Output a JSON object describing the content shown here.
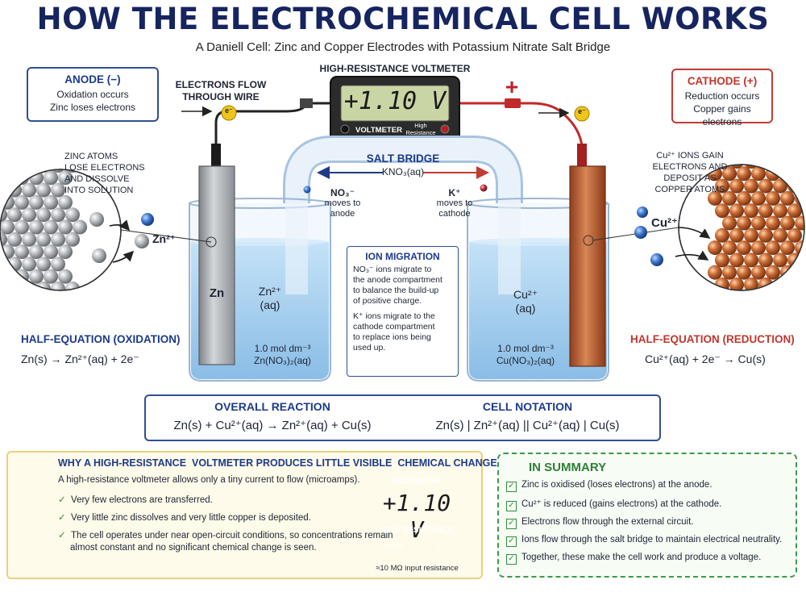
{
  "title": "HOW THE ELECTROCHEMICAL CELL WORKS",
  "subtitle": "A Daniell Cell: Zinc and Copper Electrodes with Potassium Nitrate Salt Bridge",
  "anode": {
    "heading": "ANODE (−)",
    "line1": "Oxidation occurs",
    "line2": "Zinc loses electrons"
  },
  "cathode": {
    "heading": "CATHODE (+)",
    "line1": "Reduction occurs",
    "line2": "Copper gains electrons"
  },
  "electrons_flow": {
    "line1": "ELECTRONS FLOW",
    "line2": "THROUGH WIRE",
    "electron": "e⁻"
  },
  "voltmeter": {
    "label": "HIGH-RESISTANCE VOLTMETER",
    "reading": "+1.10 V",
    "name": "VOLTMETER",
    "sub1": "High",
    "sub2": "Resistance",
    "plus": "+"
  },
  "salt_bridge": {
    "title": "SALT BRIDGE",
    "formula": "KNO₃(aq)"
  },
  "no3": {
    "ion": "NO₃⁻",
    "line1": "moves to",
    "line2": "anode"
  },
  "k": {
    "ion": "K⁺",
    "line1": "moves to",
    "line2": "cathode"
  },
  "zinc_atoms": {
    "l1": "ZINC ATOMS",
    "l2": "LOSE ELECTRONS",
    "l3": "AND DISSOLVE",
    "l4": "INTO SOLUTION",
    "ion": "Zn²⁺"
  },
  "cu_ions": {
    "l1": "Cu²⁺ IONS GAIN",
    "l2": "ELECTRONS AND",
    "l3": "DEPOSIT AS",
    "l4": "COPPER ATOMS",
    "ion": "Cu²⁺"
  },
  "left_beaker": {
    "electrode": "Zn",
    "ion": "Zn²⁺",
    "state": "(aq)",
    "conc": "1.0 mol dm⁻³",
    "solution": "Zn(NO₃)₂(aq)"
  },
  "right_beaker": {
    "ion": "Cu²⁺",
    "state": "(aq)",
    "conc": "1.0 mol dm⁻³",
    "solution": "Cu(NO₃)₂(aq)"
  },
  "ion_migration": {
    "title": "ION MIGRATION",
    "p1": [
      "NO₃⁻ ions migrate to",
      "the anode compartment",
      "to balance the build-up",
      "of positive charge."
    ],
    "p2": [
      "K⁺ ions migrate to the",
      "cathode compartment",
      "to replace ions being",
      "used up."
    ]
  },
  "half_oxidation": {
    "heading": "HALF-EQUATION (OXIDATION)",
    "equation": "Zn(s) → Zn²⁺(aq) + 2e⁻"
  },
  "half_reduction": {
    "heading": "HALF-EQUATION (REDUCTION)",
    "equation": "Cu²⁺(aq) + 2e⁻ → Cu(s)"
  },
  "overall": {
    "heading": "OVERALL REACTION",
    "equation": "Zn(s) + Cu²⁺(aq) → Zn²⁺(aq) + Cu(s)"
  },
  "notation": {
    "heading": "CELL NOTATION",
    "equation": "Zn(s) | Zn²⁺(aq) || Cu²⁺(aq) | Cu(s)"
  },
  "why": {
    "heading": "WHY A HIGH-RESISTANCE  VOLTMETER PRODUCES LITTLE VISIBLE  CHEMICAL CHANGE",
    "intro": "A high-resistance voltmeter allows only a tiny current to flow (microamps).",
    "items": [
      "Very few electrons are transferred.",
      "Very little zinc dissolves and very little copper is deposited.",
      "The cell operates under near open-circuit conditions, so concentrations remain",
      "almost constant and no significant chemical change is seen."
    ]
  },
  "meter2": {
    "title": "VOLTMETER",
    "reading": "+1.10 V",
    "sub": "HIGH RESISTANCE",
    "com": "COM",
    "v": "V",
    "input": "≈10 MΩ  input resistance"
  },
  "summary": {
    "heading": "IN SUMMARY",
    "items": [
      "Zinc is oxidised (loses electrons) at the anode.",
      "Cu²⁺ is reduced (gains electrons) at the cathode.",
      "Electrons flow through the external circuit.",
      "Ions flow through the salt bridge to maintain electrical neutrality.",
      "Together, these make the cell work and produce a voltage."
    ]
  },
  "colors": {
    "navy": "#16245f",
    "blue": "#2f4f94",
    "red": "#c23b34",
    "green": "#3a9a45",
    "copper": "#b85a30",
    "zinc": "#9ea3a8"
  }
}
